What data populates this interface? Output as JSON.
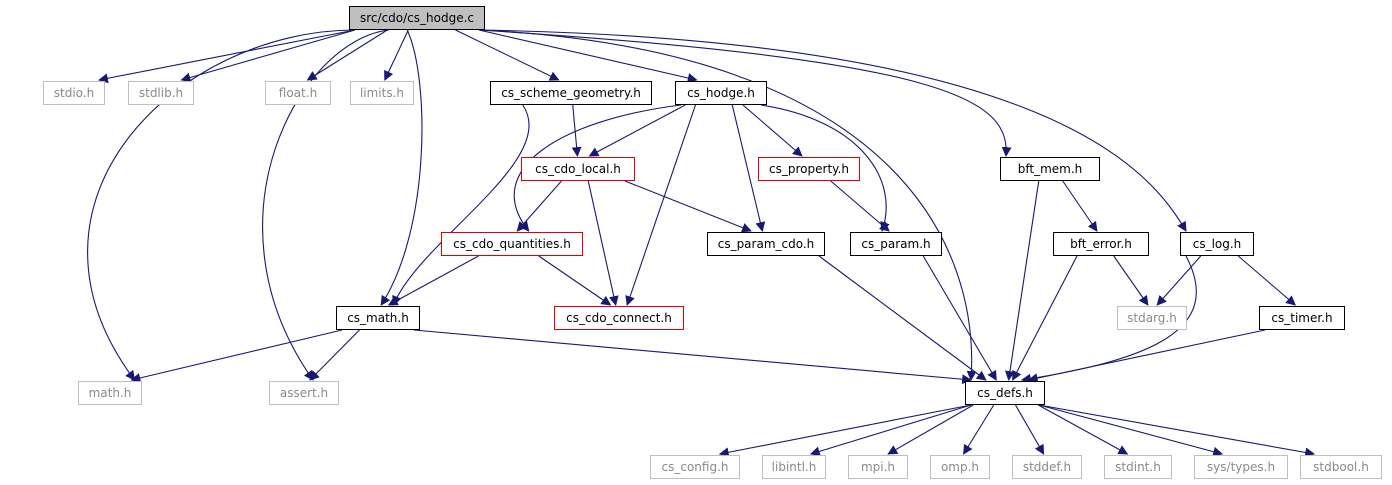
{
  "colors": {
    "edge": "#191970",
    "root_fill": "#bfbfbf",
    "box_black": "#000000",
    "box_gray": "#bfbfbf",
    "box_red": "#e00000"
  },
  "nodes": {
    "cs_hodge_c": {
      "label": "src/cdo/cs_hodge.c",
      "style": "root"
    },
    "stdio_h": {
      "label": "stdio.h",
      "style": "sys"
    },
    "stdlib_h": {
      "label": "stdlib.h",
      "style": "sys"
    },
    "float_h": {
      "label": "float.h",
      "style": "sys"
    },
    "limits_h": {
      "label": "limits.h",
      "style": "sys"
    },
    "cs_scheme_geometry_h": {
      "label": "cs_scheme_geometry.h",
      "style": "normal"
    },
    "cs_hodge_h": {
      "label": "cs_hodge.h",
      "style": "normal"
    },
    "bft_mem_h": {
      "label": "bft_mem.h",
      "style": "normal"
    },
    "cs_cdo_local_h": {
      "label": "cs_cdo_local.h",
      "style": "red"
    },
    "cs_property_h": {
      "label": "cs_property.h",
      "style": "red"
    },
    "cs_cdo_quantities_h": {
      "label": "cs_cdo_quantities.h",
      "style": "red"
    },
    "cs_param_cdo_h": {
      "label": "cs_param_cdo.h",
      "style": "normal"
    },
    "cs_param_h": {
      "label": "cs_param.h",
      "style": "normal"
    },
    "bft_error_h": {
      "label": "bft_error.h",
      "style": "normal"
    },
    "cs_log_h": {
      "label": "cs_log.h",
      "style": "normal"
    },
    "cs_math_h": {
      "label": "cs_math.h",
      "style": "normal"
    },
    "cs_cdo_connect_h": {
      "label": "cs_cdo_connect.h",
      "style": "red"
    },
    "stdarg_h": {
      "label": "stdarg.h",
      "style": "sys"
    },
    "cs_timer_h": {
      "label": "cs_timer.h",
      "style": "normal"
    },
    "math_h": {
      "label": "math.h",
      "style": "sys"
    },
    "assert_h": {
      "label": "assert.h",
      "style": "sys"
    },
    "cs_defs_h": {
      "label": "cs_defs.h",
      "style": "normal"
    },
    "cs_config_h": {
      "label": "cs_config.h",
      "style": "sys"
    },
    "libintl_h": {
      "label": "libintl.h",
      "style": "sys"
    },
    "mpi_h": {
      "label": "mpi.h",
      "style": "sys"
    },
    "omp_h": {
      "label": "omp.h",
      "style": "sys"
    },
    "stddef_h": {
      "label": "stddef.h",
      "style": "sys"
    },
    "stdint_h": {
      "label": "stdint.h",
      "style": "sys"
    },
    "sys_types_h": {
      "label": "sys/types.h",
      "style": "sys"
    },
    "stdbool_h": {
      "label": "stdbool.h",
      "style": "sys"
    }
  },
  "edges": [
    [
      "cs_hodge_c",
      "stdio_h"
    ],
    [
      "cs_hodge_c",
      "stdlib_h"
    ],
    [
      "cs_hodge_c",
      "float_h"
    ],
    [
      "cs_hodge_c",
      "limits_h"
    ],
    [
      "cs_hodge_c",
      "cs_scheme_geometry_h"
    ],
    [
      "cs_hodge_c",
      "cs_hodge_h"
    ],
    [
      "cs_hodge_c",
      "bft_mem_h"
    ],
    [
      "cs_hodge_c",
      "cs_log_h"
    ],
    [
      "cs_hodge_c",
      "cs_math_h"
    ],
    [
      "cs_hodge_c",
      "math_h"
    ],
    [
      "cs_hodge_c",
      "assert_h"
    ],
    [
      "cs_hodge_c",
      "cs_defs_h"
    ],
    [
      "cs_scheme_geometry_h",
      "cs_cdo_local_h"
    ],
    [
      "cs_scheme_geometry_h",
      "cs_math_h"
    ],
    [
      "cs_hodge_h",
      "cs_cdo_local_h"
    ],
    [
      "cs_hodge_h",
      "cs_property_h"
    ],
    [
      "cs_hodge_h",
      "cs_cdo_quantities_h"
    ],
    [
      "cs_hodge_h",
      "cs_param_cdo_h"
    ],
    [
      "cs_hodge_h",
      "cs_param_h"
    ],
    [
      "cs_hodge_h",
      "cs_cdo_connect_h"
    ],
    [
      "cs_cdo_local_h",
      "cs_cdo_quantities_h"
    ],
    [
      "cs_cdo_local_h",
      "cs_cdo_connect_h"
    ],
    [
      "cs_cdo_local_h",
      "cs_param_cdo_h"
    ],
    [
      "cs_property_h",
      "cs_param_h"
    ],
    [
      "cs_cdo_quantities_h",
      "cs_math_h"
    ],
    [
      "cs_cdo_quantities_h",
      "cs_cdo_connect_h"
    ],
    [
      "cs_param_cdo_h",
      "cs_defs_h"
    ],
    [
      "cs_param_h",
      "cs_defs_h"
    ],
    [
      "bft_mem_h",
      "bft_error_h"
    ],
    [
      "bft_mem_h",
      "cs_defs_h"
    ],
    [
      "bft_error_h",
      "stdarg_h"
    ],
    [
      "bft_error_h",
      "cs_defs_h"
    ],
    [
      "cs_log_h",
      "stdarg_h"
    ],
    [
      "cs_log_h",
      "cs_timer_h"
    ],
    [
      "cs_log_h",
      "cs_defs_h"
    ],
    [
      "cs_timer_h",
      "cs_defs_h"
    ],
    [
      "cs_math_h",
      "math_h"
    ],
    [
      "cs_math_h",
      "assert_h"
    ],
    [
      "cs_math_h",
      "cs_defs_h"
    ],
    [
      "cs_defs_h",
      "cs_config_h"
    ],
    [
      "cs_defs_h",
      "libintl_h"
    ],
    [
      "cs_defs_h",
      "mpi_h"
    ],
    [
      "cs_defs_h",
      "omp_h"
    ],
    [
      "cs_defs_h",
      "stddef_h"
    ],
    [
      "cs_defs_h",
      "stdint_h"
    ],
    [
      "cs_defs_h",
      "sys_types_h"
    ],
    [
      "cs_defs_h",
      "stdbool_h"
    ]
  ]
}
